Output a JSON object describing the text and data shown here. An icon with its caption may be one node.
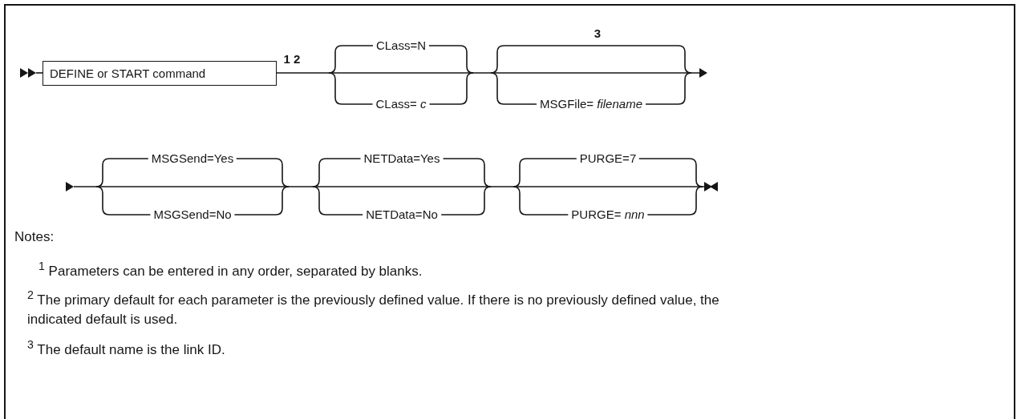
{
  "diagram": {
    "nodes": [
      {
        "text": [
          "DEFINE or START command"
        ]
      }
    ],
    "edges": [],
    "labels": [
      "1 2",
      "CLass=N",
      "CLass= *c*",
      "3",
      "MSGFile= *filename*",
      "MSGSend=Yes",
      "MSGSend=No",
      "NETData=Yes",
      "NETData=No",
      "PURGE=7",
      "PURGE= *nnn*",
      "Notes:",
      "$^{1}$ Parameters can be entered in any order, separated by blanks.",
      "$^{2}$ The primary default for each parameter is the previously defined value. If there is no previously defined value, the indicated default is used.",
      "$^{3}$ The default name is the link ID."
    ]
  }
}
